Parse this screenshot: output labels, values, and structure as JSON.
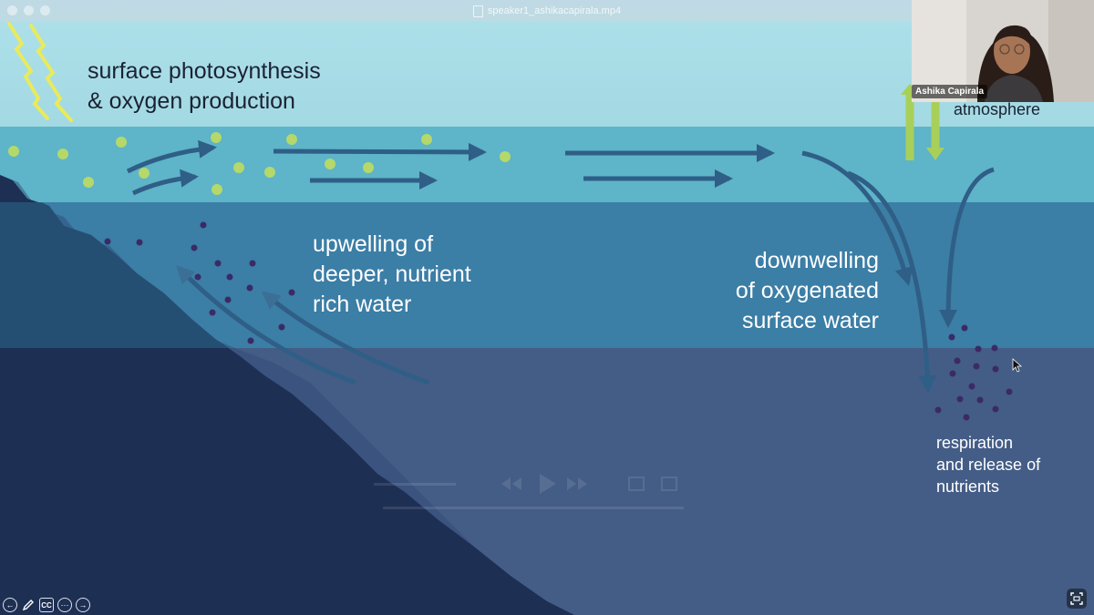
{
  "window": {
    "title": "speaker1_ashikacapirala.mp4"
  },
  "slide": {
    "surface_label": "surface photosynthesis\n& oxygen production",
    "atmosphere_label": "atmosphere",
    "upwelling_label": "upwelling of\ndeeper, nutrient\nrich water",
    "downwelling_label": "downwelling\nof oxygenated\nsurface water",
    "respiration_label": "respiration\nand release of\nnutrients"
  },
  "webcam": {
    "name": "Ashika Capirala"
  },
  "controls": {
    "prev_icon": "arrow-left-circle-icon",
    "pen_icon": "pen-icon",
    "cc_label": "CC",
    "more_icon": "ellipsis-circle-icon",
    "next_icon": "arrow-right-circle-icon",
    "fullscreen_icon": "fullscreen-icon"
  },
  "colors": {
    "sky": "#a8dde6",
    "surface_water": "#5eb4c8",
    "mid_water": "#3b7ea6",
    "deep_water": "#445d86",
    "seafloor": "#1e2f54",
    "phytoplankton": "#b5d86a",
    "nutrient_dots": "#3b2a66",
    "sun_rays": "#e9ea5c",
    "gas_arrows": "#a8cf5a"
  }
}
